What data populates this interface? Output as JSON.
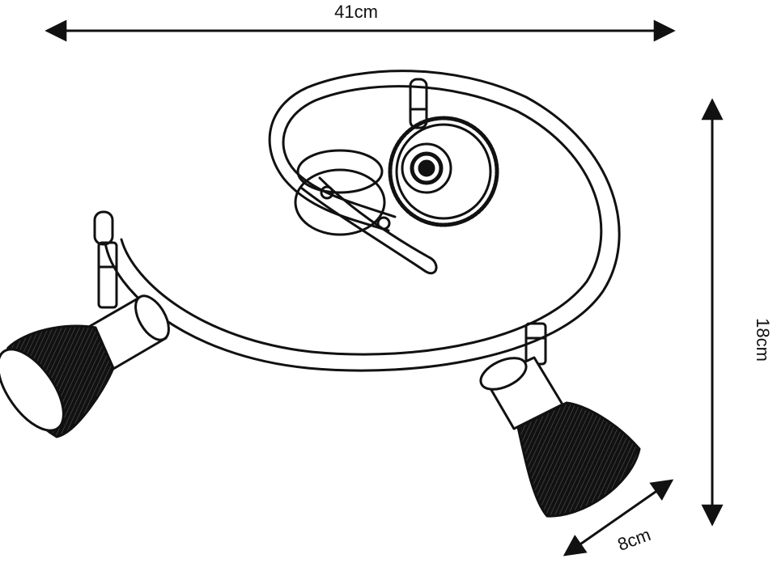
{
  "dimensions": {
    "width_label": "41cm",
    "height_label": "18cm",
    "depth_label": "8cm"
  },
  "colors": {
    "ink": "#111111",
    "shade_dark": "#1a1a1a",
    "paper": "#ffffff"
  }
}
